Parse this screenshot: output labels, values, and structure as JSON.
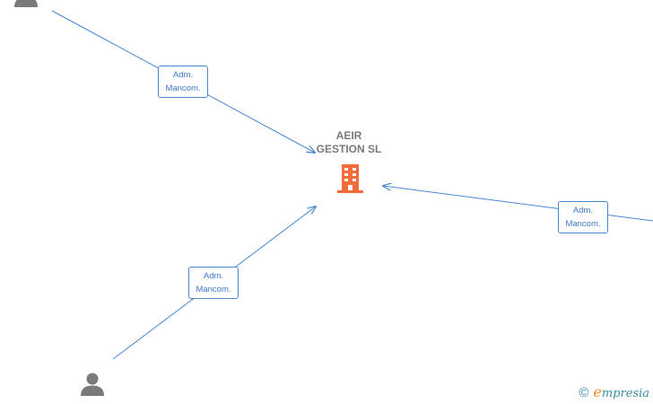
{
  "company": {
    "name_line1": "AEIR",
    "name_line2": "GESTION SL",
    "icon": "building-icon",
    "color": "#f26b3a"
  },
  "people": [
    {
      "icon": "person-icon",
      "position_hint": "top-left"
    },
    {
      "icon": "person-icon",
      "position_hint": "bottom-left"
    }
  ],
  "relations": [
    {
      "label_line1": "Adm.",
      "label_line2": "Mancom."
    },
    {
      "label_line1": "Adm.",
      "label_line2": "Mancom."
    },
    {
      "label_line1": "Adm.",
      "label_line2": "Mancom."
    }
  ],
  "footer": {
    "copyright_symbol": "©",
    "brand_initial": "e",
    "brand_rest": "mpresia"
  },
  "colors": {
    "edge": "#4a86d0",
    "label_text": "#3f78c4",
    "person": "#7a7a7a",
    "brand": "#3a8fa0",
    "brand_accent": "#f28c28"
  }
}
